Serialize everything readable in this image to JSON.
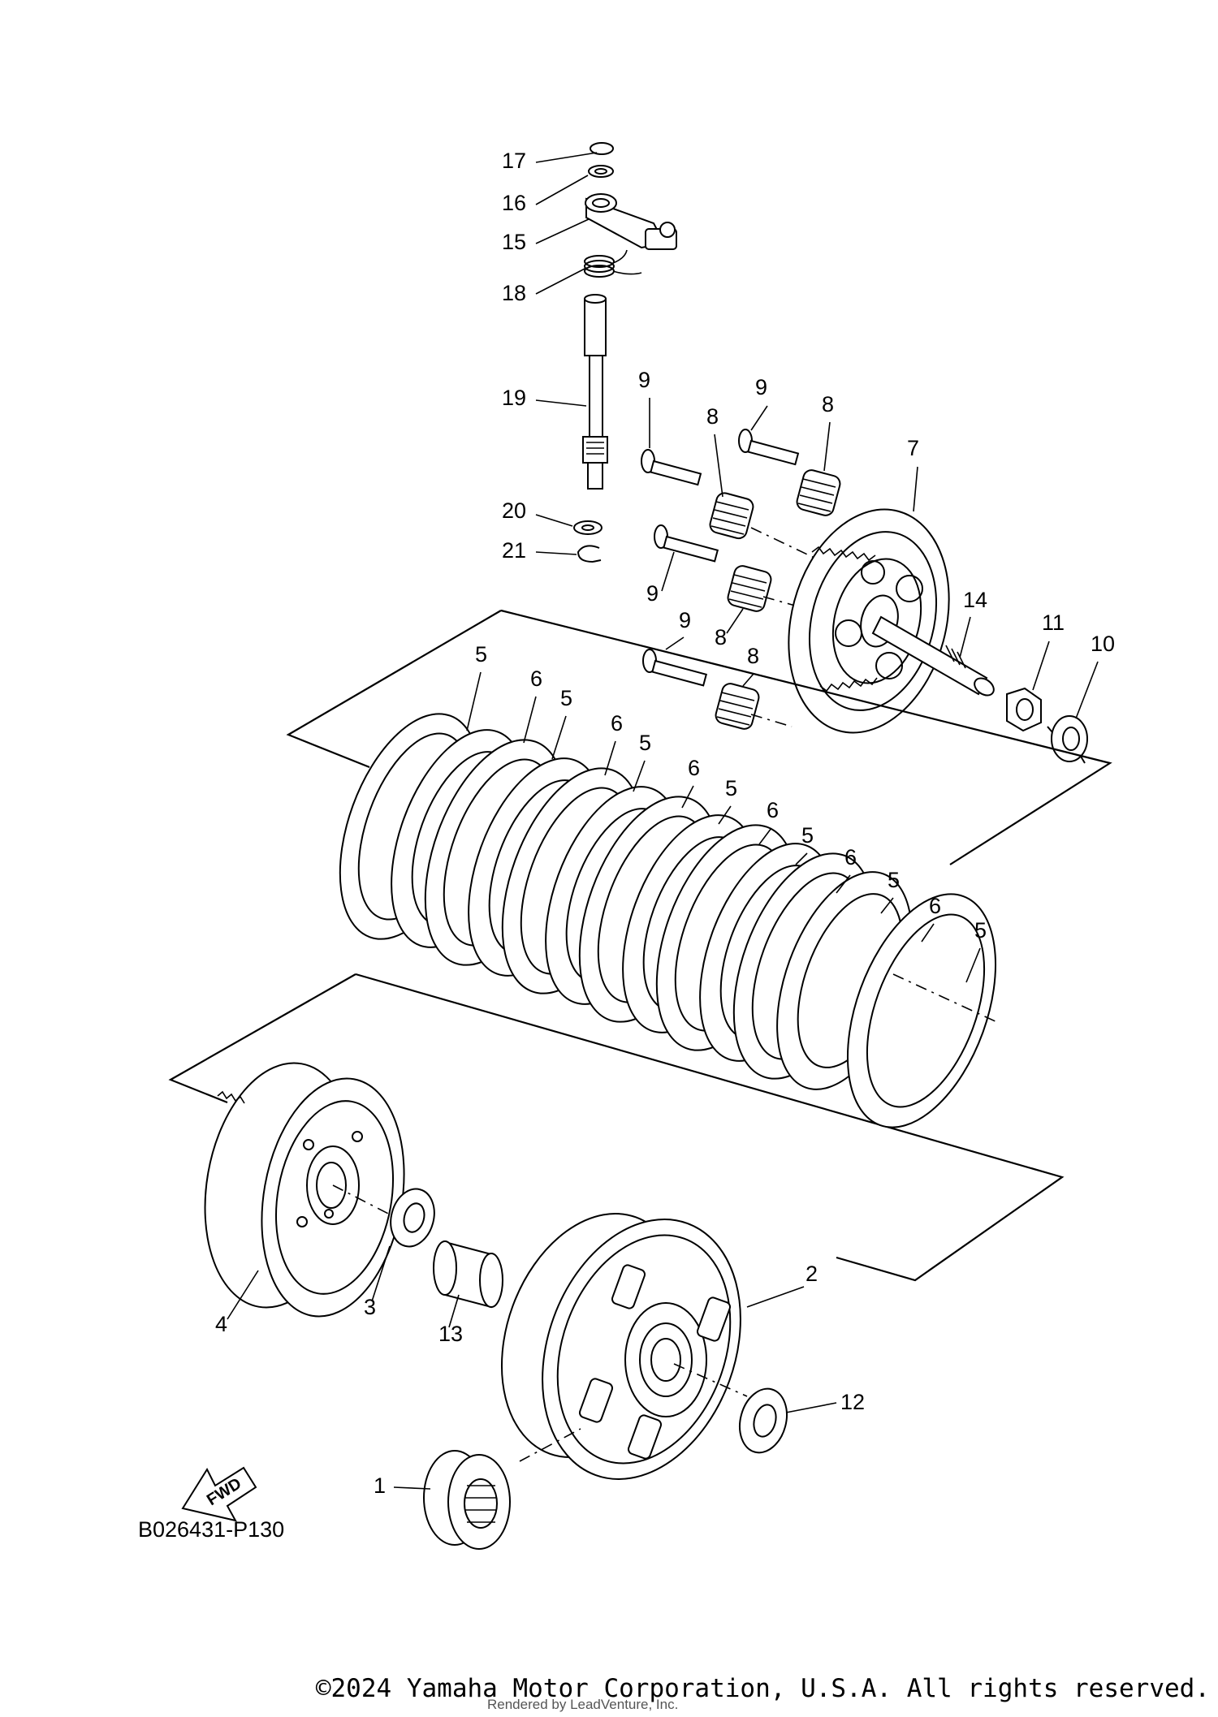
{
  "diagram": {
    "code": "B026431-P130",
    "fwd_label": "FWD",
    "callouts": [
      {
        "id": "c1",
        "text": "1"
      },
      {
        "id": "c2",
        "text": "2"
      },
      {
        "id": "c3",
        "text": "3"
      },
      {
        "id": "c4",
        "text": "4"
      },
      {
        "id": "c5a",
        "text": "5"
      },
      {
        "id": "c5b",
        "text": "5"
      },
      {
        "id": "c5c",
        "text": "5"
      },
      {
        "id": "c5d",
        "text": "5"
      },
      {
        "id": "c5e",
        "text": "5"
      },
      {
        "id": "c5f",
        "text": "5"
      },
      {
        "id": "c5g",
        "text": "5"
      },
      {
        "id": "c6a",
        "text": "6"
      },
      {
        "id": "c6b",
        "text": "6"
      },
      {
        "id": "c6c",
        "text": "6"
      },
      {
        "id": "c6d",
        "text": "6"
      },
      {
        "id": "c6e",
        "text": "6"
      },
      {
        "id": "c6f",
        "text": "6"
      },
      {
        "id": "c7",
        "text": "7"
      },
      {
        "id": "c8a",
        "text": "8"
      },
      {
        "id": "c8b",
        "text": "8"
      },
      {
        "id": "c8c",
        "text": "8"
      },
      {
        "id": "c8d",
        "text": "8"
      },
      {
        "id": "c9a",
        "text": "9"
      },
      {
        "id": "c9b",
        "text": "9"
      },
      {
        "id": "c9c",
        "text": "9"
      },
      {
        "id": "c9d",
        "text": "9"
      },
      {
        "id": "c10",
        "text": "10"
      },
      {
        "id": "c11",
        "text": "11"
      },
      {
        "id": "c12",
        "text": "12"
      },
      {
        "id": "c13",
        "text": "13"
      },
      {
        "id": "c14",
        "text": "14"
      },
      {
        "id": "c15",
        "text": "15"
      },
      {
        "id": "c16",
        "text": "16"
      },
      {
        "id": "c17",
        "text": "17"
      },
      {
        "id": "c18",
        "text": "18"
      },
      {
        "id": "c19",
        "text": "19"
      },
      {
        "id": "c20",
        "text": "20"
      },
      {
        "id": "c21",
        "text": "21"
      }
    ]
  },
  "footer": {
    "copyright": "©2024 Yamaha Motor Corporation, U.S.A. All rights reserved.",
    "rendered_by": "Rendered by LeadVenture, Inc."
  }
}
